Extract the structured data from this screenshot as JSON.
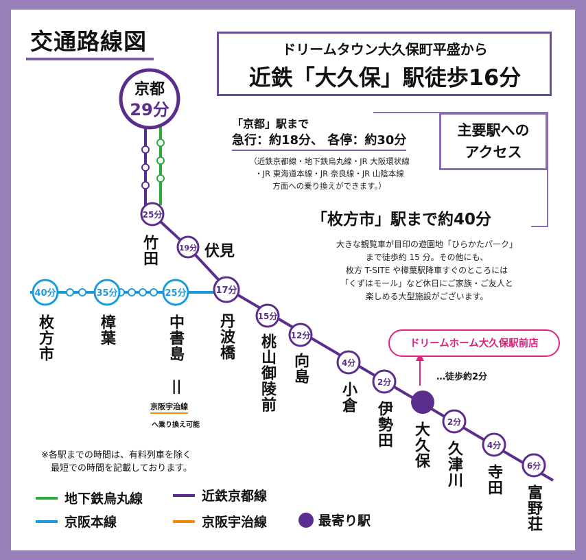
{
  "title": "交通路線図",
  "headline": {
    "line1": "ドリームタウン大久保町平盛から",
    "line2": "近鉄「大久保」駅徒歩16分"
  },
  "access_label": [
    "主要駅への",
    "アクセス"
  ],
  "kyoto_info": {
    "title": "「京都」駅まで",
    "times": "急行：約18分、 各停：約30分",
    "transfer_note": [
      "（近鉄京都線・地下鉄烏丸線・JR 大阪環状線",
      "・JR 東海道本線・JR 奈良線・JR 山陰本線",
      "方面への乗り換えができます。）"
    ]
  },
  "hirakata_info": {
    "title": "「枚方市」駅まで約40分",
    "desc": [
      "大きな観覧車が目印の遊園地「ひらかたパーク」",
      "まで徒歩約 15 分。その他にも、",
      "枚方 T-SITE や樟葉駅降車すぐのところには",
      "「くずはモール」など休日にご家族・ご友人と",
      "楽しめる大型施設がございます。"
    ]
  },
  "store": {
    "label": "ドリームホーム大久保駅前店",
    "walk": "…徒歩約2分"
  },
  "kyoto_station": {
    "name": "京都",
    "time": "29分"
  },
  "stations": {
    "takeda": {
      "name": "竹田",
      "time": "25分"
    },
    "fushimi": {
      "name": "伏見",
      "time": "19分"
    },
    "tambabashi": {
      "name": "丹波橋",
      "time": "17分"
    },
    "momoyama": {
      "name": "桃山御陵前",
      "time": "15分"
    },
    "mukaijima": {
      "name": "向島",
      "time": "12分"
    },
    "ogura": {
      "name": "小倉",
      "time": "4分"
    },
    "iseda": {
      "name": "伊勢田",
      "time": "2分"
    },
    "okubo": {
      "name": "大久保"
    },
    "kutsukawa": {
      "name": "久津川",
      "time": "2分"
    },
    "terada": {
      "name": "寺田",
      "time": "4分"
    },
    "tonoshou": {
      "name": "富野荘",
      "time": "6分"
    },
    "hirakatashi": {
      "name": "枚方市",
      "time": "40分"
    },
    "kuzuha": {
      "name": "樟葉",
      "time": "35分"
    },
    "chushojima": {
      "name": "中書島",
      "time": "25分"
    }
  },
  "uji": {
    "label": "京阪宇治線",
    "note": "へ乗り換え可能",
    "eq": "||"
  },
  "footnote": [
    "※各駅までの時間は、有料列車を除く",
    "最短での時間を記載しております。"
  ],
  "legend": [
    {
      "label": "地下鉄烏丸線",
      "color": "#2eaa3c"
    },
    {
      "label": "近鉄京都線",
      "color": "#5b2d8c"
    },
    {
      "label": "京阪本線",
      "color": "#1a9bdc"
    },
    {
      "label": "京阪宇治線",
      "color": "#f08a00"
    },
    {
      "label": "最寄り駅",
      "color": "#5b2d8c"
    }
  ],
  "colors": {
    "kintetsu": "#5b2d8c",
    "keihan": "#1a9bdc",
    "subway": "#2eaa3c",
    "uji": "#f08a00",
    "store": "#e0237e",
    "frame": "#9a80b8"
  }
}
